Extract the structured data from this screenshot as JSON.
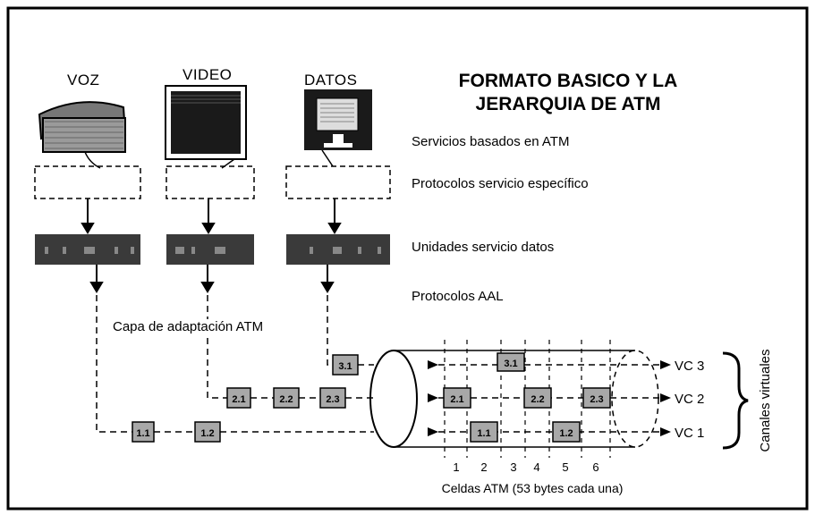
{
  "title": {
    "line1": "FORMATO BASICO Y LA",
    "line2": "JERARQUIA DE ATM"
  },
  "sources": [
    {
      "label": "VOZ"
    },
    {
      "label": "VIDEO"
    },
    {
      "label": "DATOS"
    }
  ],
  "layers": {
    "services": "Servicios basados en ATM",
    "protocols": "Protocolos servicio específico",
    "data_units": "Unidades servicio datos",
    "aal": "Protocolos AAL"
  },
  "adaptation_layer": "Capa de adaptación ATM",
  "virtual_channels": [
    "VC 3",
    "VC 2",
    "VC 1"
  ],
  "virtual_channels_label": "Canales virtuales",
  "cells_caption": "Celdas ATM (53 bytes cada una)",
  "cell_numbers": [
    "1",
    "2",
    "3",
    "4",
    "5",
    "6"
  ],
  "cell_labels": {
    "c31": "3.1",
    "c21": "2.1",
    "c22": "2.2",
    "c23": "2.3",
    "c11": "1.1",
    "c12": "1.2"
  },
  "colors": {
    "cell_fill": "#a8a8a8",
    "sdu_fill": "#3a3a3a",
    "screen": "#1a1a1a",
    "phone": "#9a9a9a"
  }
}
